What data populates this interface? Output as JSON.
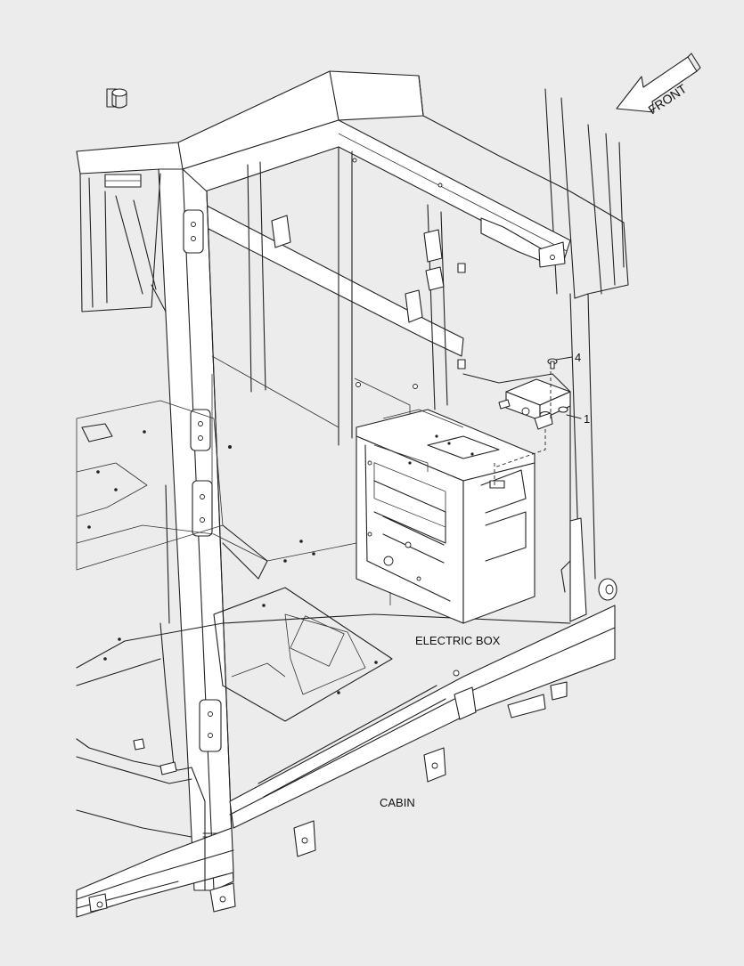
{
  "diagram": {
    "direction_label": "FRONT",
    "labels": {
      "electric_box": "ELECTRIC BOX",
      "cabin": "CABIN"
    },
    "callouts": [
      {
        "number": "4"
      },
      {
        "number": "1"
      }
    ]
  }
}
